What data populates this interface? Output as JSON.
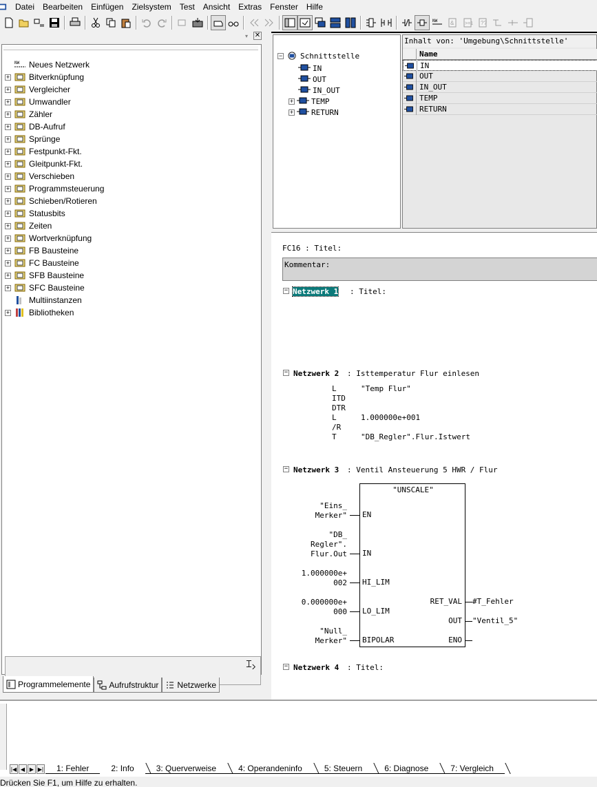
{
  "menu": [
    "Datei",
    "Bearbeiten",
    "Einfügen",
    "Zielsystem",
    "Test",
    "Ansicht",
    "Extras",
    "Fenster",
    "Hilfe"
  ],
  "tree": {
    "items": [
      {
        "label": "Neues Netzwerk",
        "icon": "new-network-icon",
        "expandable": false
      },
      {
        "label": "Bitverknüpfung",
        "icon": "bit-logic-icon",
        "expandable": true
      },
      {
        "label": "Vergleicher",
        "icon": "comparator-icon",
        "expandable": true
      },
      {
        "label": "Umwandler",
        "icon": "converter-icon",
        "expandable": true
      },
      {
        "label": "Zähler",
        "icon": "counter-icon",
        "expandable": true
      },
      {
        "label": "DB-Aufruf",
        "icon": "db-call-icon",
        "expandable": true
      },
      {
        "label": "Sprünge",
        "icon": "jump-icon",
        "expandable": true
      },
      {
        "label": "Festpunkt-Fkt.",
        "icon": "integer-fn-icon",
        "expandable": true
      },
      {
        "label": "Gleitpunkt-Fkt.",
        "icon": "float-fn-icon",
        "expandable": true
      },
      {
        "label": "Verschieben",
        "icon": "move-icon",
        "expandable": true
      },
      {
        "label": "Programmsteuerung",
        "icon": "program-control-icon",
        "expandable": true
      },
      {
        "label": "Schieben/Rotieren",
        "icon": "shift-rotate-icon",
        "expandable": true
      },
      {
        "label": "Statusbits",
        "icon": "status-bits-icon",
        "expandable": true
      },
      {
        "label": "Zeiten",
        "icon": "timer-icon",
        "expandable": true
      },
      {
        "label": "Wortverknüpfung",
        "icon": "word-logic-icon",
        "expandable": true
      },
      {
        "label": "FB Bausteine",
        "icon": "fb-block-icon",
        "expandable": true
      },
      {
        "label": "FC Bausteine",
        "icon": "fc-block-icon",
        "expandable": true
      },
      {
        "label": "SFB Bausteine",
        "icon": "sfb-block-icon",
        "expandable": true
      },
      {
        "label": "SFC Bausteine",
        "icon": "sfc-block-icon",
        "expandable": true
      },
      {
        "label": "Multiinstanzen",
        "icon": "multi-instance-icon",
        "expandable": false
      },
      {
        "label": "Bibliotheken",
        "icon": "library-icon",
        "expandable": true
      }
    ]
  },
  "left_tabs": [
    "Programmelemente",
    "Aufrufstruktur",
    "Netzwerke"
  ],
  "interface": {
    "root": "Schnittstelle",
    "children": [
      {
        "label": "IN",
        "expandable": false
      },
      {
        "label": "OUT",
        "expandable": false
      },
      {
        "label": "IN_OUT",
        "expandable": false
      },
      {
        "label": "TEMP",
        "expandable": true
      },
      {
        "label": "RETURN",
        "expandable": true
      }
    ],
    "content_title": "Inhalt von: 'Umgebung\\Schnittstelle'",
    "column_name": "Name",
    "rows": [
      "IN",
      "OUT",
      "IN_OUT",
      "TEMP",
      "RETURN"
    ]
  },
  "editor": {
    "block_title": "FC16 : Titel:",
    "comment_label": "Kommentar:",
    "nw1": {
      "label": "Netzwerk 1",
      "title": ": Titel:"
    },
    "nw2": {
      "label": "Netzwerk 2",
      "title": ": Isttemperatur Flur einlesen"
    },
    "nw2_code": [
      {
        "op": "L",
        "arg": "\"Temp Flur\""
      },
      {
        "op": "ITD",
        "arg": ""
      },
      {
        "op": "DTR",
        "arg": ""
      },
      {
        "op": "L",
        "arg": "1.000000e+001"
      },
      {
        "op": "/R",
        "arg": ""
      },
      {
        "op": "T",
        "arg": "\"DB_Regler\".Flur.Istwert"
      }
    ],
    "nw3": {
      "label": "Netzwerk 3",
      "title": ": Ventil Ansteuerung 5 HWR / Flur"
    },
    "fbd": {
      "name": "\"UNSCALE\"",
      "in_pins": [
        "EN",
        "IN",
        "HI_LIM",
        "LO_LIM",
        "BIPOLAR"
      ],
      "out_pins": [
        "RET_VAL",
        "OUT",
        "ENO"
      ],
      "in_ops": [
        [
          "\"Eins_",
          "Merker\""
        ],
        [
          "\"DB_",
          "Regler\".",
          "Flur.Out"
        ],
        [
          "1.000000e+",
          "002"
        ],
        [
          "0.000000e+",
          "000"
        ],
        [
          "\"Null_",
          "Merker\""
        ]
      ],
      "out_ops": [
        "#T_Fehler",
        "\"Ventil_5\""
      ]
    },
    "nw4": {
      "label": "Netzwerk 4",
      "title": ": Titel:"
    }
  },
  "output_tabs": [
    "1: Fehler",
    "2: Info",
    "3: Querverweise",
    "4: Operandeninfo",
    "5: Steuern",
    "6: Diagnose",
    "7: Vergleich"
  ],
  "status_text": "Drücken Sie F1, um Hilfe zu erhalten."
}
